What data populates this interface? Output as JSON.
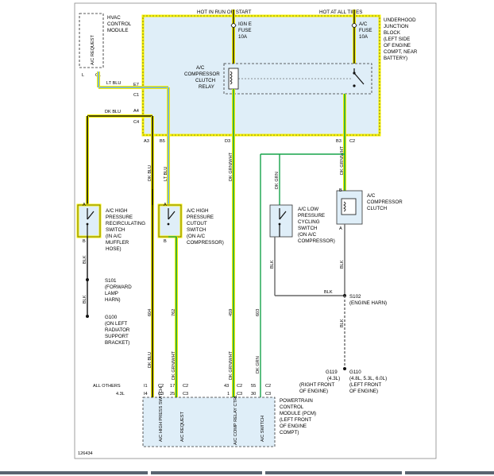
{
  "header": {
    "hot_run_start": "HOT IN RUN OR START",
    "hot_all_times": "HOT AT ALL TIMES"
  },
  "hvac": {
    "line1": "HVAC",
    "line2": "CONTROL",
    "line3": "MODULE",
    "vertical": "A/C REQUEST",
    "pin_l": "L",
    "pin_c1": "C1"
  },
  "junction_block": [
    "UNDERHOOD",
    "JUNCTION",
    "BLOCK",
    "(LEFT SIDE",
    "OF ENGINE",
    "COMPT, NEAR",
    "BATTERY)"
  ],
  "fuse_ign": {
    "line1": "IGN E",
    "line2": "FUSE",
    "line3": "10A"
  },
  "fuse_ac": {
    "line1": "A/C",
    "line2": "FUSE",
    "line3": "10A"
  },
  "relay": [
    "A/C",
    "COMPRESSOR",
    "CLUTCH",
    "RELAY"
  ],
  "wires": {
    "lt_blu_top": "LT BLU",
    "dk_blu_top": "DK BLU",
    "pin_e7": "E7",
    "pin_c1": "C1",
    "pin_a4": "A4",
    "pin_c4": "C4",
    "pin_a3": "A3",
    "pin_b5": "B5",
    "pin_d3": "D3",
    "pin_b3": "B3",
    "pin_c2": "C2",
    "dk_blu_v": "DK BLU",
    "lt_blu_v": "LT BLU",
    "dk_grnwht_v": "DK GRN/WHT",
    "dk_grn_v": "DK GRN",
    "dk_grnwht_v2": "DK GRN/WHT",
    "dk_grn_top": "DK GRN",
    "wire_604": "604",
    "wire_762": "762",
    "wire_459": "459",
    "wire_603": "603",
    "dk_blu_low": "DK BLU",
    "dk_grnwht_low": "DK GRN/WHT",
    "dk_grnwht_low2": "DK GRN/WHT",
    "dk_grn_low": "DK GRN",
    "blk_1": "BLK",
    "blk_2": "BLK",
    "blk_3": "BLK",
    "blk_4": "BLK",
    "blk_5": "BLK",
    "blk_6": "BLK"
  },
  "switch_recirc": [
    "A/C HIGH",
    "PRESSURE",
    "RECIRCULATING",
    "SWITCH",
    "(IN A/C",
    "MUFFLER",
    "HOSE)"
  ],
  "switch_cutout": [
    "A/C HIGH",
    "PRESSURE",
    "CUTOUT",
    "SWITCH",
    "(ON A/C",
    "COMPRESSOR)"
  ],
  "switch_cycling": [
    "A/C LOW",
    "PRESSURE",
    "CYCLING",
    "SWITCH",
    "(ON A/C",
    "COMPRESSOR)"
  ],
  "clutch": [
    "A/C",
    "COMPRESSOR",
    "CLUTCH"
  ],
  "pins_ab": {
    "a": "A",
    "b": "B"
  },
  "splice_s101": [
    "S101",
    "(FORWARD",
    "LAMP",
    "HARN)"
  ],
  "ground_g100": [
    "G100",
    "(ON LEFT",
    "RADIATOR",
    "SUPPORT",
    "BRACKET)"
  ],
  "splice_s102": [
    "S102",
    "(ENGINE HARN)"
  ],
  "ground_g119": [
    "G119",
    "(4.3L)",
    "(RIGHT FRONT",
    "OF ENGINE)"
  ],
  "ground_g110": [
    "G110",
    "(4.8L, 5.3L, 6.0L)",
    "(LEFT FRONT",
    "OF ENGINE)"
  ],
  "pcm_rows": {
    "all_others": "ALL OTHERS",
    "l43": "4.3L",
    "row1": [
      "I1",
      "C2",
      "17",
      "C2",
      "43",
      "C2",
      "55",
      "C2"
    ],
    "row2": [
      "I4",
      "C3",
      "25",
      "C3",
      "1",
      "C3",
      "30",
      "C3"
    ]
  },
  "pcm_label": [
    "POWERTRAIN",
    "CONTROL",
    "MODULE (PCM)",
    "(LEFT FRONT",
    "OF ENGINE",
    "COMPT)"
  ],
  "pcm_pins": {
    "p1": "A/C HIGH PRESS SWITCH",
    "p2": "A/C REQUEST",
    "p3": "A/C COMP RELAY CTRL",
    "p4": "A/C SWITCH"
  },
  "figure_id": "126434",
  "colors": {
    "highlight": "#f5f000",
    "box_fill": "#dfeef8",
    "wire_green": "#16a34a",
    "wire_blue": "#1d4ed8",
    "wire_black": "#111111",
    "wire_gray": "#666666"
  }
}
